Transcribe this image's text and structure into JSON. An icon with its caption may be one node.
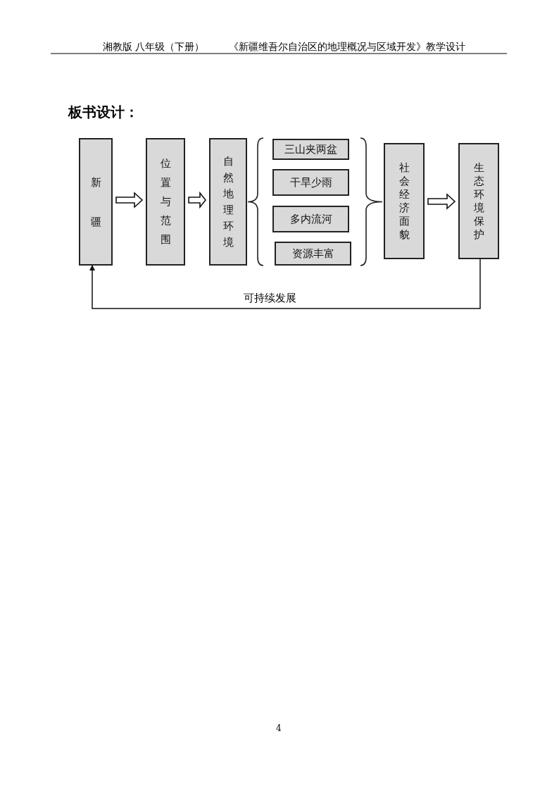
{
  "diagram": {
    "title": "板书设计：",
    "nodes": [
      {
        "text": [
          "新疆"
        ]
      },
      {
        "text": [
          "位置与范围"
        ]
      },
      {
        "text": [
          "自然地理环境"
        ]
      },
      {
        "text": [
          "三山夹两盆"
        ]
      },
      {
        "text": [
          "干旱少雨"
        ]
      },
      {
        "text": [
          "多内流河"
        ]
      },
      {
        "text": [
          "资源丰富"
        ]
      },
      {
        "text": [
          "社会经济面貌"
        ]
      },
      {
        "text": [
          "生态环境保护"
        ]
      }
    ],
    "edges": [
      {
        "from": 0,
        "to": 1,
        "arrow": "to",
        "style": "thick"
      },
      {
        "from": 1,
        "to": 2,
        "arrow": "to",
        "style": "thick"
      },
      {
        "from": 7,
        "to": 8,
        "arrow": "to",
        "style": "thick"
      },
      {
        "from": 8,
        "to": 0,
        "arrow": "to",
        "label": "可持续发展"
      }
    ],
    "labels": [
      "湘教版 八年级（下册）",
      "《新疆维吾尔自治区的地理概况与区域开发》教学设计",
      "4"
    ]
  }
}
